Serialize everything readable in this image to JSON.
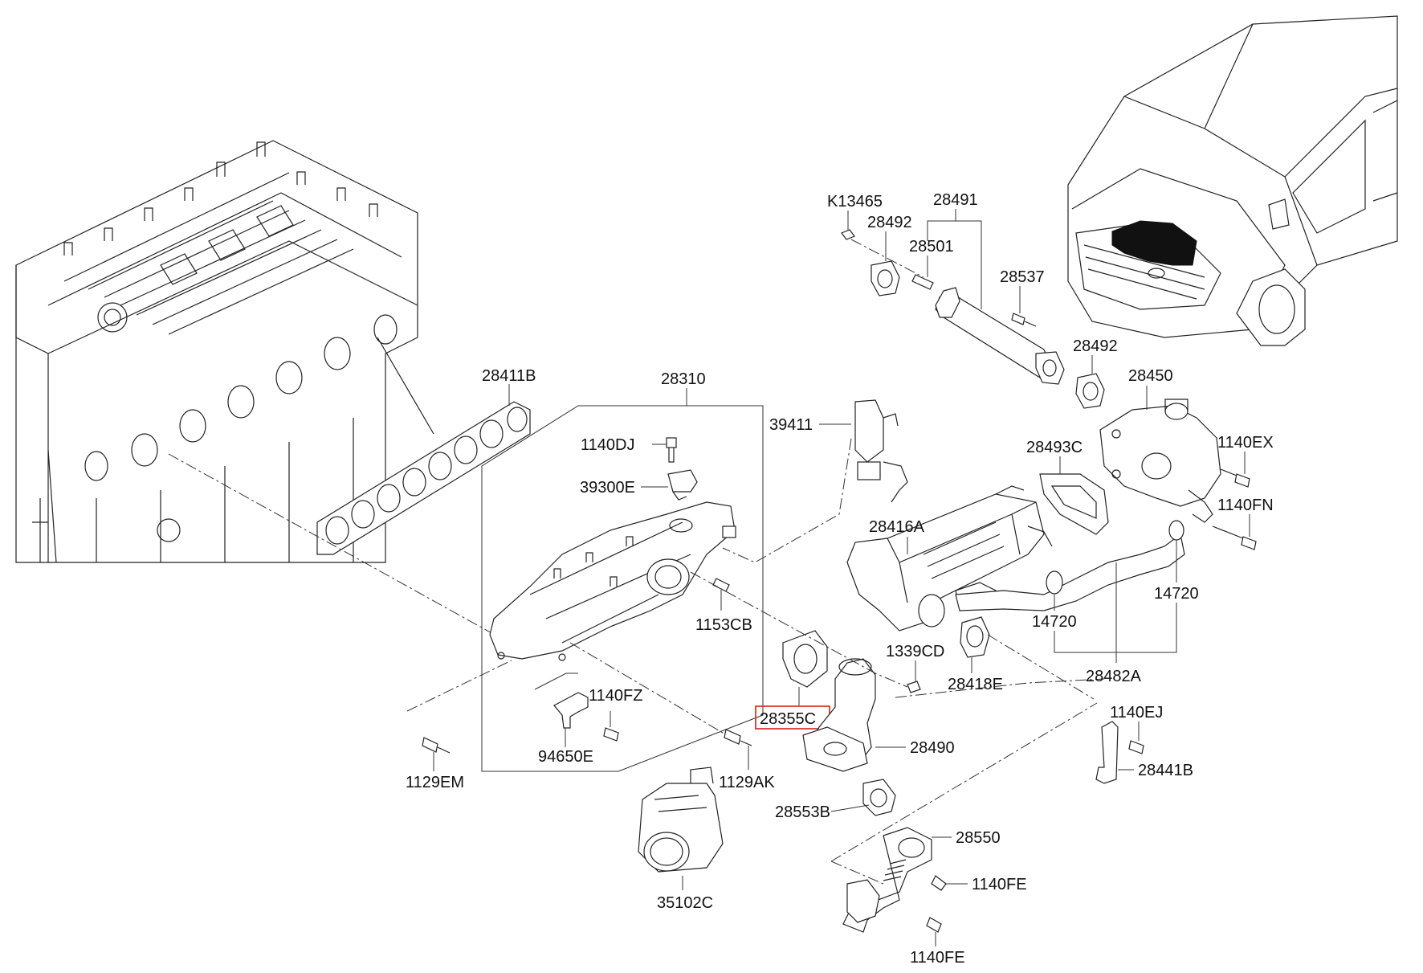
{
  "labels": {
    "p28411B": "28411B",
    "p28310": "28310",
    "p1140DJ": "1140DJ",
    "p39300E": "39300E",
    "p39411": "39411",
    "p1153CB": "1153CB",
    "p1140FZ": "1140FZ",
    "p94650E": "94650E",
    "p1129EM": "1129EM",
    "p1129AK": "1129AK",
    "p35102C": "35102C",
    "p28355C": "28355C",
    "p28490": "28490",
    "p28553B": "28553B",
    "p28550": "28550",
    "p1140FE_a": "1140FE",
    "p1140FE_b": "1140FE",
    "p1339CD": "1339CD",
    "p28418E": "28418E",
    "p28416A": "28416A",
    "p28493C": "28493C",
    "p14720_a": "14720",
    "p14720_b": "14720",
    "p28482A": "28482A",
    "p1140EJ": "1140EJ",
    "p28441B": "28441B",
    "pK13465": "K13465",
    "p28491": "28491",
    "p28492_a": "28492",
    "p28501": "28501",
    "p28537": "28537",
    "p28492_b": "28492",
    "p28450": "28450",
    "p1140EX": "1140EX",
    "p1140FN": "1140FN"
  },
  "highlight": {
    "part": "28355C",
    "color": "#d61e1e"
  },
  "colors": {
    "line": "#222222",
    "highlight": "#d61e1e",
    "vehicle_marker": "#111111"
  }
}
